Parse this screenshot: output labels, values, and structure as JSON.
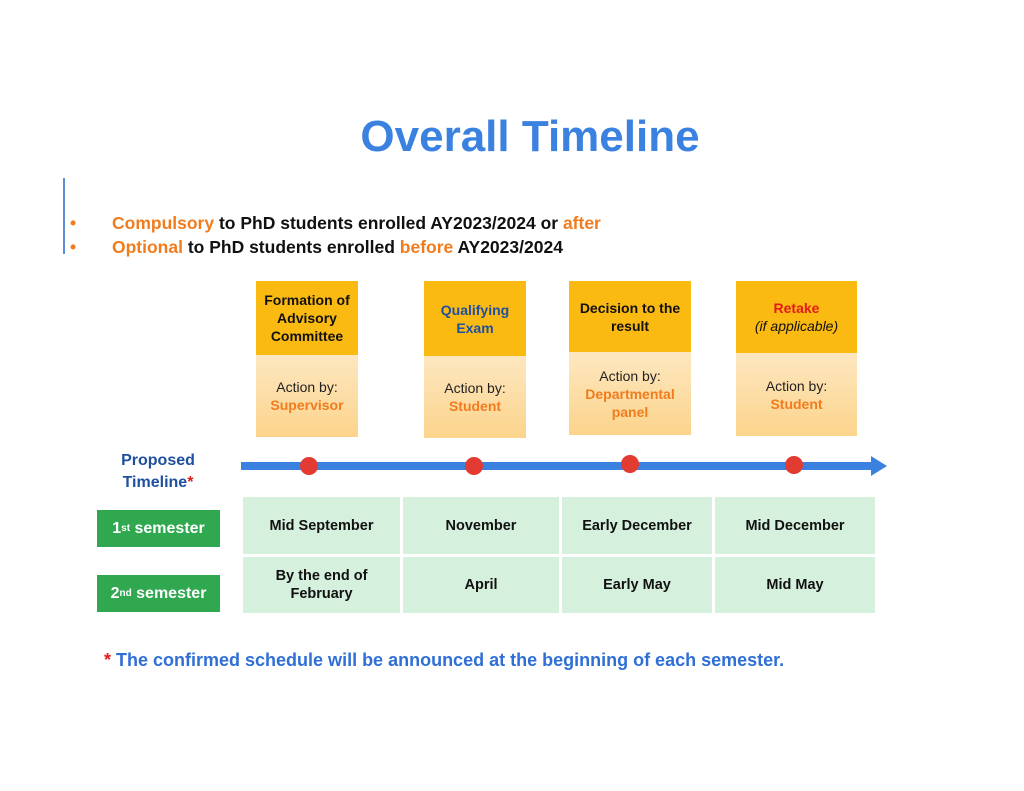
{
  "title": "Overall Timeline",
  "bullets": [
    {
      "marker": "•",
      "lead": "Compulsory",
      "mid": " to PhD students enrolled AY2023/2024 or ",
      "tail": "after",
      "end": ""
    },
    {
      "marker": "•",
      "lead": "Optional",
      "mid": " to PhD students enrolled ",
      "tail": "before",
      "end": " AY2023/2024"
    }
  ],
  "steps": [
    {
      "heading": [
        "Formation of",
        "Advisory",
        "Committee"
      ],
      "action_label": "Action by:",
      "actor": [
        "Supervisor"
      ]
    },
    {
      "heading": [
        "Qualifying",
        "Exam"
      ],
      "action_label": "Action by:",
      "actor": [
        "Student"
      ]
    },
    {
      "heading": [
        "Decision to the",
        "result"
      ],
      "action_label": "Action by:",
      "actor": [
        "Departmental",
        "panel"
      ]
    },
    {
      "heading": [
        "Retake"
      ],
      "heading_sub": "(if applicable)",
      "action_label": "Action by:",
      "actor": [
        "Student"
      ]
    }
  ],
  "proposed_timeline": {
    "line1": "Proposed",
    "line2": "Timeline",
    "star": "*"
  },
  "semesters": [
    {
      "ordinal": "1",
      "suffix": "st",
      "label": " semester",
      "dates": [
        "Mid September",
        "November",
        "Early December",
        "Mid December"
      ]
    },
    {
      "ordinal": "2",
      "suffix": "nd",
      "label": " semester",
      "dates": [
        "By the end of February",
        "April",
        "Early May",
        "Mid May"
      ]
    }
  ],
  "footnote": {
    "star": "*",
    "text": " The confirmed schedule will be announced at the beginning of each semester."
  },
  "colors": {
    "title_blue": "#3b82e0",
    "accent_orange": "#f07c1e",
    "step_yellow": "#fbba12",
    "semester_green": "#2fa84f",
    "cell_green": "#d5f0dd",
    "arrow_blue": "#3b82e0",
    "milestone_red": "#e23b32"
  }
}
